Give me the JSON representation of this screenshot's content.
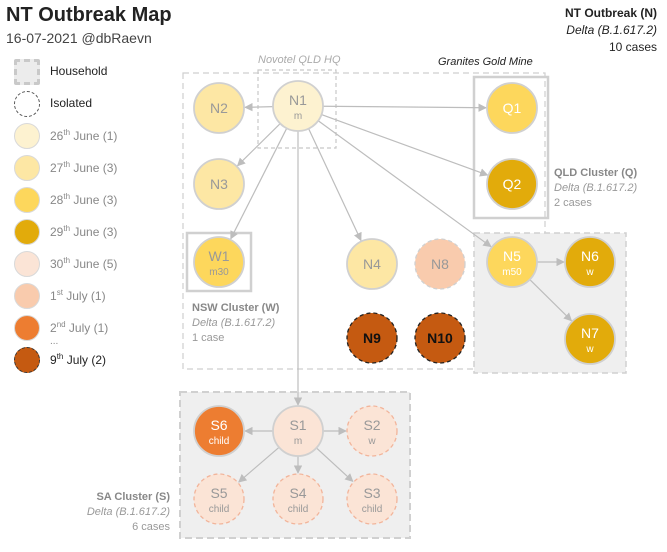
{
  "header": {
    "title": "NT Outbreak Map",
    "subtitle": "16-07-2021 @dbRaevn"
  },
  "corner": {
    "title": "NT Outbreak (N)",
    "variant": "Delta (B.1.617.2)",
    "cases": "10 cases"
  },
  "legend": {
    "household": "Household",
    "isolated": "Isolated",
    "dates": [
      {
        "day": "26",
        "sup": "th",
        "rest": " June (1)",
        "color": "#fdf2d0",
        "border": "#d9d9d9"
      },
      {
        "day": "27",
        "sup": "th",
        "rest": " June (3)",
        "color": "#fde7a4",
        "border": "#d9d9d9"
      },
      {
        "day": "28",
        "sup": "th",
        "rest": " June (3)",
        "color": "#fdd75c",
        "border": "#d9d9d9"
      },
      {
        "day": "29",
        "sup": "th",
        "rest": " June (3)",
        "color": "#e2ab0b",
        "border": "#d9d9d9"
      },
      {
        "day": "30",
        "sup": "th",
        "rest": " June (5)",
        "color": "#fbe4d6",
        "border": "#d9d9d9"
      },
      {
        "day": "1",
        "sup": "st",
        "rest": " July (1)",
        "color": "#f9cbad",
        "border": "#d9d9d9"
      },
      {
        "day": "2",
        "sup": "nd",
        "rest": " July (1)",
        "color": "#ed7d31",
        "border": "#d9d9d9"
      },
      {
        "day": "9",
        "sup": "th",
        "rest": " July (2)",
        "color": "#c55a11",
        "border": "#333333"
      }
    ],
    "ellipsis": "..."
  },
  "groups": {
    "novotel": "Novotel QLD HQ",
    "granites": "Granites Gold Mine",
    "qld": {
      "name": "QLD Cluster (Q)",
      "variant": "Delta (B.1.617.2)",
      "cases": "2 cases"
    },
    "nsw": {
      "name": "NSW Cluster (W)",
      "variant": "Delta (B.1.617.2)",
      "cases": "1 case"
    },
    "sa": {
      "name": "SA Cluster (S)",
      "variant": "Delta (B.1.617.2)",
      "cases": "6 cases"
    }
  },
  "nodes": [
    {
      "id": "N1",
      "sub": "m",
      "fill": "#fdf2d0",
      "stroke": "#d0d0d0",
      "text": "#999999",
      "dash": false
    },
    {
      "id": "N2",
      "sub": "",
      "fill": "#fde7a4",
      "stroke": "#d0d0d0",
      "text": "#999999",
      "dash": false
    },
    {
      "id": "N3",
      "sub": "",
      "fill": "#fde7a4",
      "stroke": "#d0d0d0",
      "text": "#999999",
      "dash": false
    },
    {
      "id": "W1",
      "sub": "m30",
      "fill": "#fdd75c",
      "stroke": "#d0d0d0",
      "text": "#999999",
      "dash": false
    },
    {
      "id": "N4",
      "sub": "",
      "fill": "#fde7a4",
      "stroke": "#d0d0d0",
      "text": "#999999",
      "dash": false
    },
    {
      "id": "N8",
      "sub": "",
      "fill": "#f9cbad",
      "stroke": "#d0d0d0",
      "text": "#999999",
      "dash": true
    },
    {
      "id": "N5",
      "sub": "m50",
      "fill": "#fdd75c",
      "stroke": "#d0d0d0",
      "text": "#ffffff",
      "dash": false
    },
    {
      "id": "N6",
      "sub": "w",
      "fill": "#e2ab0b",
      "stroke": "#d0d0d0",
      "text": "#ffffff",
      "dash": false
    },
    {
      "id": "N7",
      "sub": "w",
      "fill": "#e2ab0b",
      "stroke": "#d0d0d0",
      "text": "#ffffff",
      "dash": false
    },
    {
      "id": "Q1",
      "sub": "",
      "fill": "#fdd75c",
      "stroke": "#d0d0d0",
      "text": "#ffffff",
      "dash": false
    },
    {
      "id": "Q2",
      "sub": "",
      "fill": "#e2ab0b",
      "stroke": "#d0d0d0",
      "text": "#ffffff",
      "dash": false
    },
    {
      "id": "N9",
      "sub": "",
      "fill": "#c55a11",
      "stroke": "#222222",
      "text": "#111111",
      "dash": true
    },
    {
      "id": "N10",
      "sub": "",
      "fill": "#c55a11",
      "stroke": "#222222",
      "text": "#111111",
      "dash": true
    },
    {
      "id": "S1",
      "sub": "m",
      "fill": "#fbe4d6",
      "stroke": "#d0d0d0",
      "text": "#999999",
      "dash": false
    },
    {
      "id": "S2",
      "sub": "w",
      "fill": "#fbe4d6",
      "stroke": "#f2b49a",
      "text": "#999999",
      "dash": true
    },
    {
      "id": "S3",
      "sub": "child",
      "fill": "#fbe4d6",
      "stroke": "#f2b49a",
      "text": "#999999",
      "dash": true
    },
    {
      "id": "S4",
      "sub": "child",
      "fill": "#fbe4d6",
      "stroke": "#f2b49a",
      "text": "#999999",
      "dash": true
    },
    {
      "id": "S5",
      "sub": "child",
      "fill": "#fbe4d6",
      "stroke": "#f2b49a",
      "text": "#999999",
      "dash": true
    },
    {
      "id": "S6",
      "sub": "child",
      "fill": "#ed7d31",
      "stroke": "#d0d0d0",
      "text": "#ffffff",
      "dash": false
    }
  ],
  "edges": [
    [
      "N1",
      "N2"
    ],
    [
      "N1",
      "N3"
    ],
    [
      "N1",
      "W1"
    ],
    [
      "N1",
      "N4"
    ],
    [
      "N1",
      "N5"
    ],
    [
      "N1",
      "Q1"
    ],
    [
      "N1",
      "Q2"
    ],
    [
      "N1",
      "S1"
    ],
    [
      "N5",
      "N6"
    ],
    [
      "N5",
      "N7"
    ],
    [
      "S1",
      "S6"
    ],
    [
      "S1",
      "S2"
    ],
    [
      "S1",
      "S3"
    ],
    [
      "S1",
      "S4"
    ],
    [
      "S1",
      "S5"
    ]
  ]
}
